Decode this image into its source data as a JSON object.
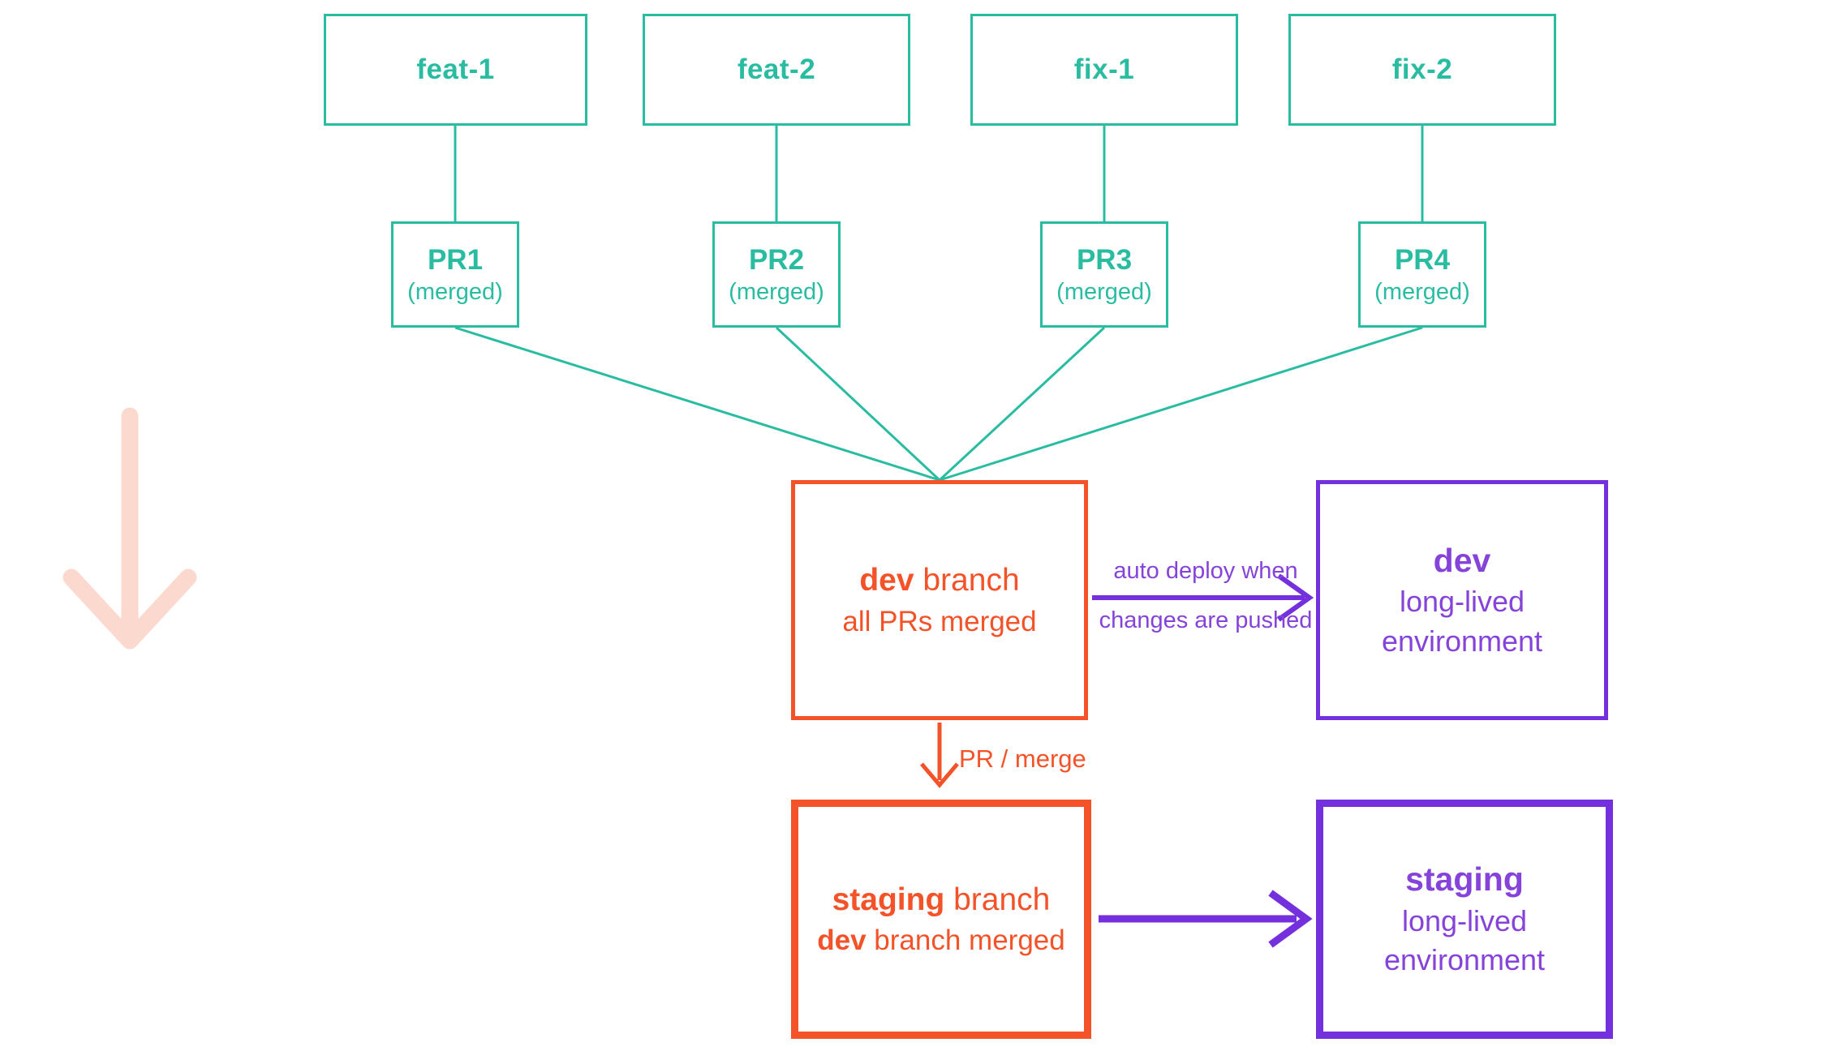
{
  "colors": {
    "teal": "#29BCA1",
    "orange": "#F45329",
    "purple": "#7430DC",
    "purple_text": "#8643DA",
    "pink_arrow": "#FBD9CE"
  },
  "feature_branches": [
    {
      "label": "feat-1"
    },
    {
      "label": "feat-2"
    },
    {
      "label": "fix-1"
    },
    {
      "label": "fix-2"
    }
  ],
  "pull_requests": [
    {
      "label": "PR1",
      "status": "(merged)"
    },
    {
      "label": "PR2",
      "status": "(merged)"
    },
    {
      "label": "PR3",
      "status": "(merged)"
    },
    {
      "label": "PR4",
      "status": "(merged)"
    }
  ],
  "dev_branch": {
    "title_bold": "dev",
    "title_rest": " branch",
    "subtitle": "all PRs merged"
  },
  "dev_environment": {
    "title": "dev",
    "line1": "long-lived",
    "line2": "environment"
  },
  "staging_branch": {
    "line1_bold": "staging",
    "line1_rest": " branch",
    "line2_bold": "dev",
    "line2_rest": " branch merged"
  },
  "staging_environment": {
    "title": "staging",
    "line1": "long-lived",
    "line2": "environment"
  },
  "arrow_labels": {
    "auto_deploy_line1": "auto deploy when",
    "auto_deploy_line2": "changes are pushed",
    "pr_merge": "PR / merge"
  }
}
